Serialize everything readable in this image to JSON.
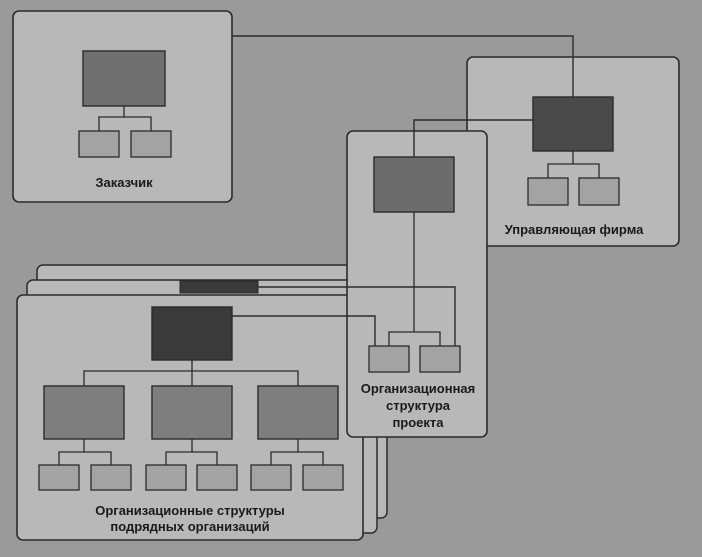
{
  "labels": {
    "customer": "Заказчик",
    "management_firm": "Управляющая фирма",
    "project_line1": "Организационная",
    "project_line2": "структура",
    "project_line3": "проекта",
    "contractors_line1": "Организационные структуры",
    "contractors_line2": "подрядных организаций"
  },
  "colors": {
    "background": "#9a9a9a",
    "panel_fill": "#b8b8b8",
    "panel_stroke": "#2b2b2b",
    "head_dark": "#3a3a3a",
    "head_medium": "#6c6c6c",
    "node_light": "#a3a3a3",
    "line": "#2b2b2b"
  }
}
